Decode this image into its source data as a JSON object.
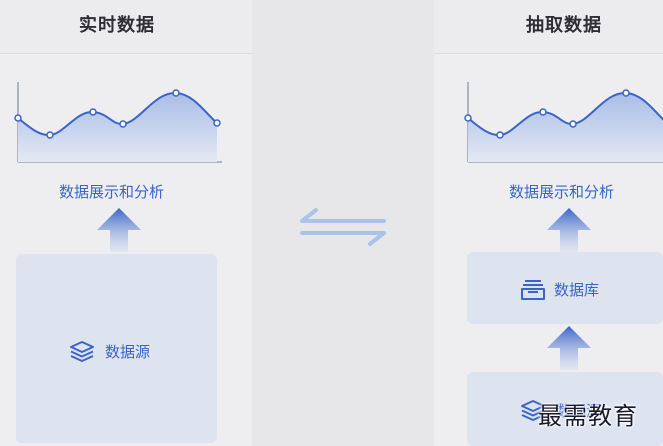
{
  "left": {
    "title": "实时数据",
    "chart_label": "数据展示和分析",
    "source_label": "数据源"
  },
  "right": {
    "title": "抽取数据",
    "chart_label": "数据展示和分析",
    "db_label": "数据库",
    "source_label": "数据源"
  },
  "watermark": "最需教育",
  "icons": [
    "layers-icon",
    "database-icon",
    "swap-arrows-icon",
    "up-arrow-icon"
  ],
  "colors": {
    "accent": "#3a64c8",
    "box": "#dde3ef",
    "panel": "#eeeef0",
    "background": "#e7e7e9"
  }
}
